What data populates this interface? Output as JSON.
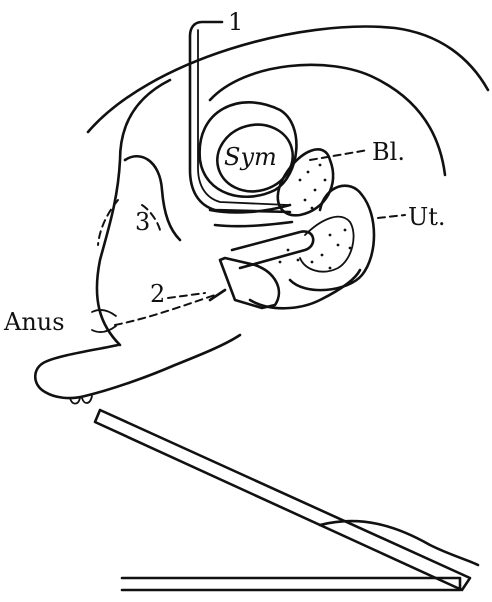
{
  "labels": {
    "instrument_1": "1",
    "symphysis": "Sym",
    "bladder": "Bl.",
    "uterus": "Ut.",
    "instrument_3": "3",
    "instrument_2": "2",
    "anus": "Anus"
  },
  "colors": {
    "ink": "#111111",
    "background": "#ffffff"
  }
}
